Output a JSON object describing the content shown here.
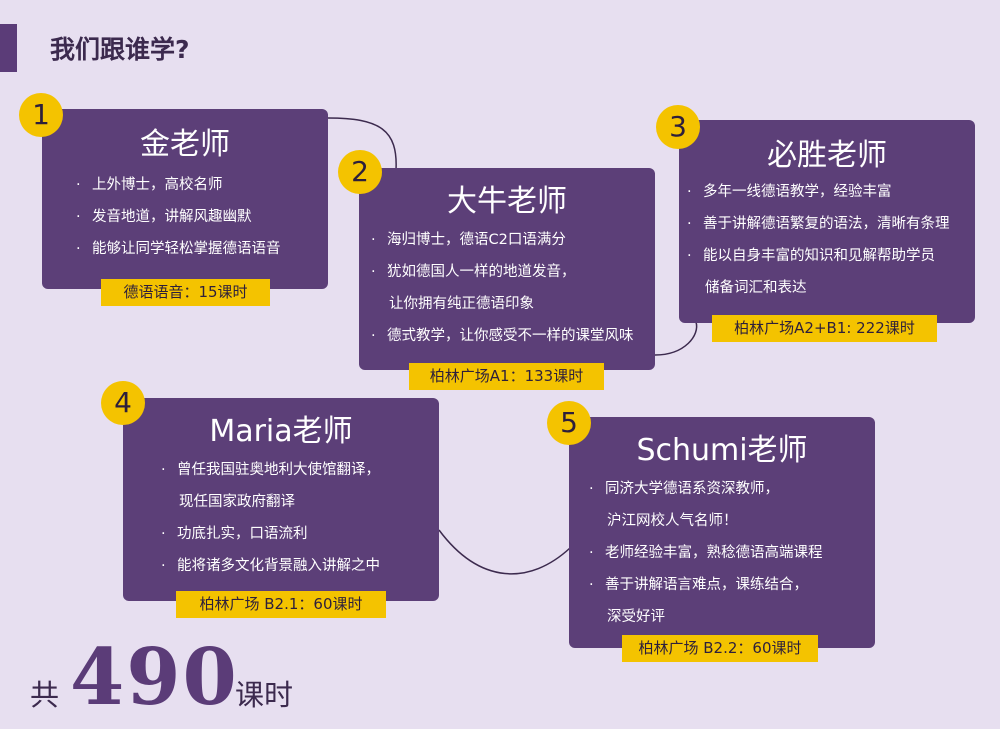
{
  "heading": "我们跟谁学?",
  "teachers": [
    {
      "number": "1",
      "name": "金老师",
      "bullets": [
        "上外博士，高校名师",
        "发音地道，讲解风趣幽默",
        "能够让同学轻松掌握德语语音"
      ],
      "course": "德语语音：15课时"
    },
    {
      "number": "2",
      "name": "大牛老师",
      "bullets": [
        "海归博士，德语C2口语满分",
        "犹如德国人一样的地道发音，",
        "让你拥有纯正德语印象",
        "德式教学，让你感受不一样的课堂风味"
      ],
      "course": "柏林广场A1：133课时"
    },
    {
      "number": "3",
      "name": "必胜老师",
      "bullets": [
        "多年一线德语教学，经验丰富",
        "善于讲解德语繁复的语法，清晰有条理",
        "能以自身丰富的知识和见解帮助学员",
        "储备词汇和表达"
      ],
      "course": "柏林广场A2+B1: 222课时"
    },
    {
      "number": "4",
      "name": "Maria老师",
      "bullets": [
        "曾任我国驻奥地利大使馆翻译，",
        "现任国家政府翻译",
        "功底扎实，口语流利",
        "能将诸多文化背景融入讲解之中"
      ],
      "course": "柏林广场 B2.1：60课时"
    },
    {
      "number": "5",
      "name": "Schumi老师",
      "bullets": [
        "同济大学德语系资深教师，",
        "沪江网校人气名师！",
        "老师经验丰富，熟稔德语高端课程",
        "善于讲解语言难点，课练结合，",
        "深受好评"
      ],
      "course": "柏林广场 B2.2：60课时"
    }
  ],
  "total": {
    "prefix": "共",
    "hours": "490",
    "suffix": "课时"
  }
}
